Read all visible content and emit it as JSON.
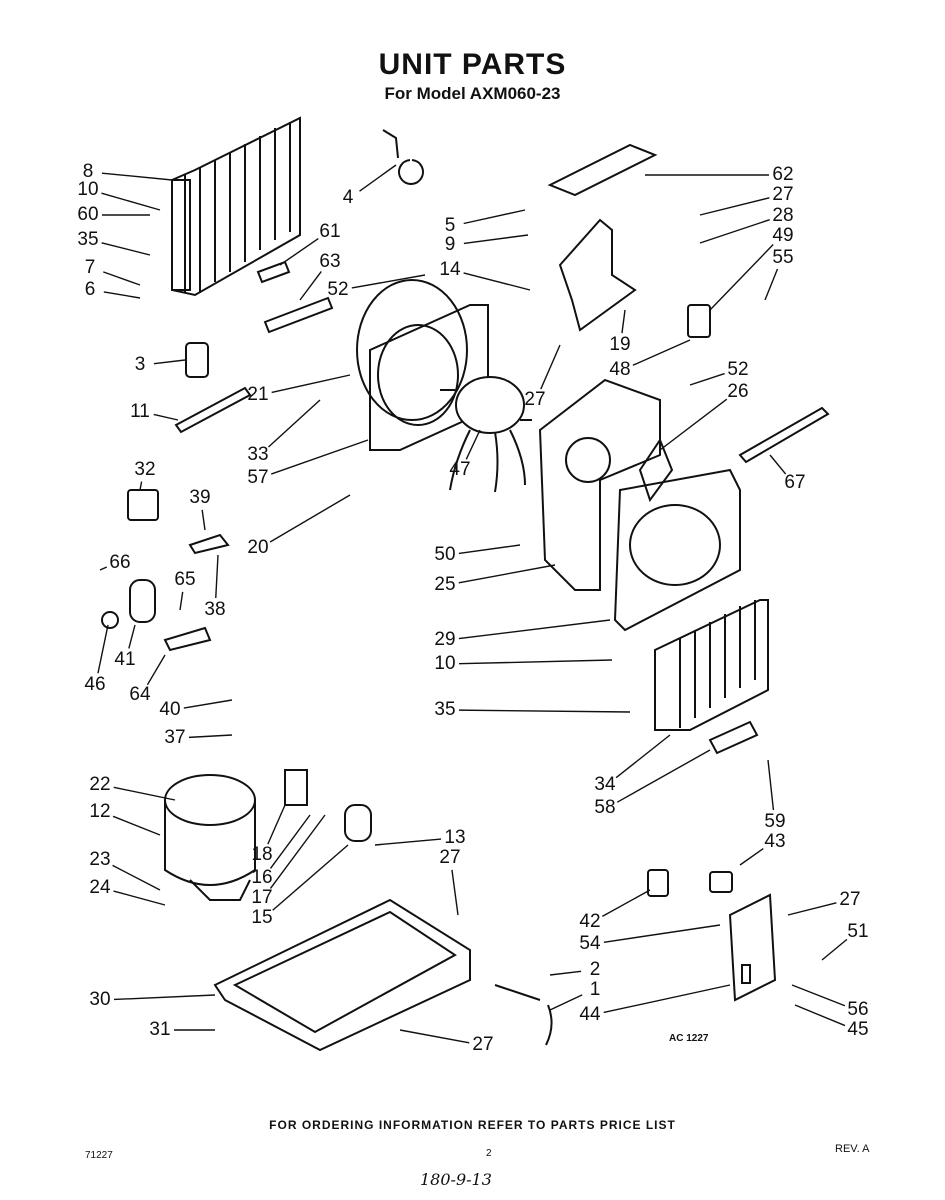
{
  "title": "UNIT PARTS",
  "subtitle": "For Model AXM060-23",
  "footer": {
    "ordering_note": "FOR ORDERING INFORMATION REFER TO PARTS PRICE LIST",
    "code_left": "71227",
    "page_number": "2",
    "revision": "REV. A",
    "handwritten": "180-9-13",
    "drawing_code": "AC 1227"
  },
  "callouts": [
    "8",
    "10",
    "60",
    "35",
    "7",
    "6",
    "4",
    "61",
    "63",
    "52",
    "3",
    "11",
    "21",
    "33",
    "57",
    "32",
    "39",
    "20",
    "66",
    "65",
    "38",
    "46",
    "41",
    "64",
    "40",
    "37",
    "22",
    "12",
    "23",
    "24",
    "18",
    "16",
    "17",
    "15",
    "13",
    "27",
    "30",
    "31",
    "62",
    "27",
    "28",
    "49",
    "55",
    "5",
    "9",
    "14",
    "19",
    "48",
    "27",
    "52",
    "26",
    "47",
    "67",
    "50",
    "25",
    "29",
    "10",
    "35",
    "34",
    "58",
    "59",
    "43",
    "42",
    "54",
    "27",
    "51",
    "2",
    "1",
    "44",
    "56",
    "45",
    "27"
  ],
  "colors": {
    "ink": "#111111",
    "paper": "#ffffff"
  }
}
